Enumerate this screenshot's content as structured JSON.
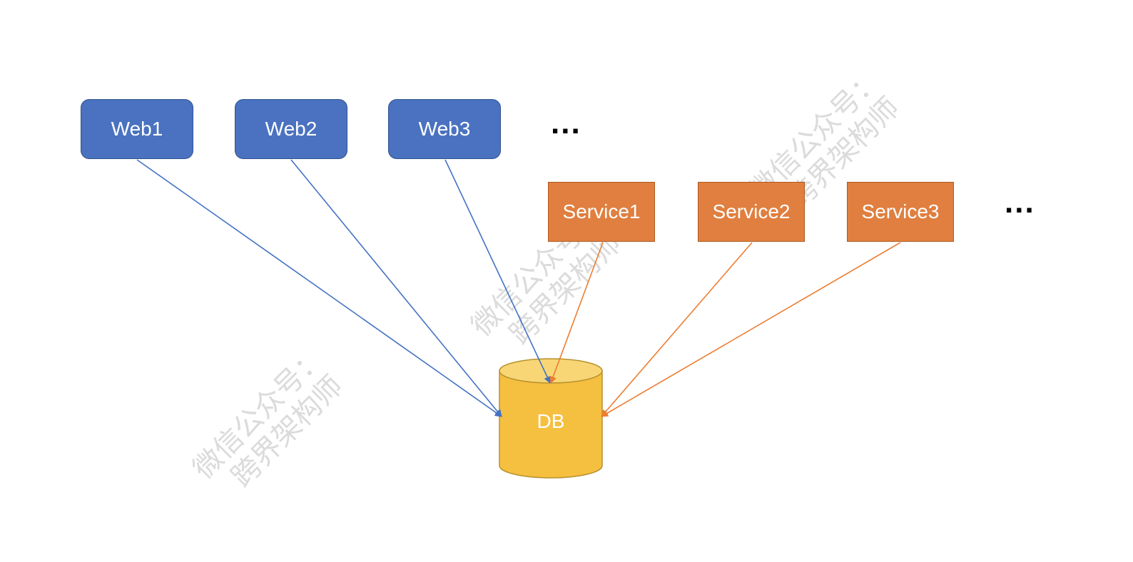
{
  "web_nodes": [
    {
      "label": "Web1"
    },
    {
      "label": "Web2"
    },
    {
      "label": "Web3"
    }
  ],
  "service_nodes": [
    {
      "label": "Service1"
    },
    {
      "label": "Service2"
    },
    {
      "label": "Service3"
    }
  ],
  "ellipsis_web": "...",
  "ellipsis_service": "...",
  "database": {
    "label": "DB"
  },
  "watermark": {
    "line1": "微信公众号：",
    "line2": "跨界架构师"
  },
  "colors": {
    "web_fill": "#4a72c0",
    "web_link": "#4472c4",
    "service_fill": "#e07f3f",
    "service_link": "#ed7d31",
    "db_fill": "#f5bf40",
    "db_top": "#f8d675",
    "db_stroke": "#b8912d"
  },
  "edges": [
    {
      "from": "Web1",
      "to": "DB"
    },
    {
      "from": "Web2",
      "to": "DB"
    },
    {
      "from": "Web3",
      "to": "DB"
    },
    {
      "from": "Service1",
      "to": "DB"
    },
    {
      "from": "Service2",
      "to": "DB"
    },
    {
      "from": "Service3",
      "to": "DB"
    }
  ]
}
